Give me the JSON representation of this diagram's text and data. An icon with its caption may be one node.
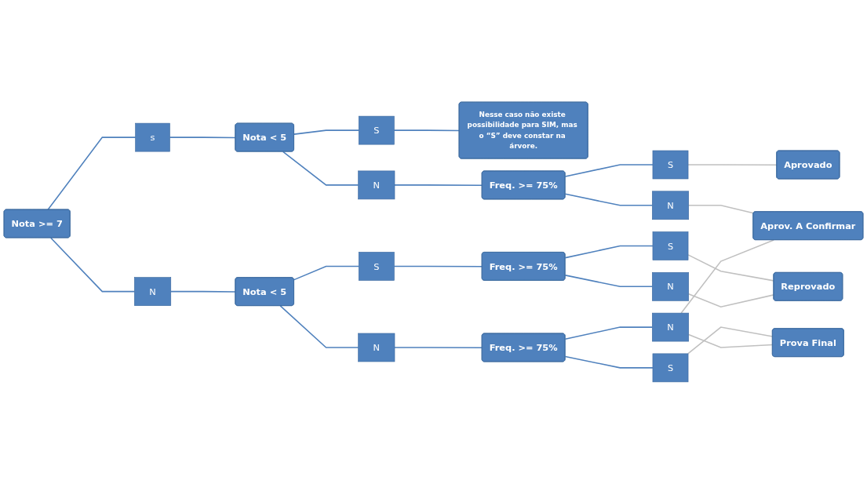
{
  "diagram": {
    "nodes": [
      {
        "text": [
          "Nota >= 7"
        ]
      },
      {
        "text": [
          "s"
        ]
      },
      {
        "text": [
          "N"
        ]
      },
      {
        "text": [
          "Nota < 5"
        ]
      },
      {
        "text": [
          "Nota < 5"
        ]
      },
      {
        "text": [
          "S"
        ]
      },
      {
        "text": [
          "N"
        ]
      },
      {
        "text": [
          "S"
        ]
      },
      {
        "text": [
          "N"
        ]
      },
      {
        "text": [
          "Nesse caso não existe possibilidade para SIM, mas o “S” deve constar na árvore."
        ]
      },
      {
        "text": [
          "Freq. >= 75%"
        ]
      },
      {
        "text": [
          "Freq. >= 75%"
        ]
      },
      {
        "text": [
          "Freq. >= 75%"
        ]
      },
      {
        "text": [
          "S"
        ]
      },
      {
        "text": [
          "N"
        ]
      },
      {
        "text": [
          "S"
        ]
      },
      {
        "text": [
          "N"
        ]
      },
      {
        "text": [
          "S"
        ]
      },
      {
        "text": [
          "N"
        ]
      },
      {
        "text": [
          "Aprovado"
        ]
      },
      {
        "text": [
          "Prova Final"
        ]
      },
      {
        "text": [
          "Reprovado"
        ]
      },
      {
        "text": [
          "Aprov. A Confirmar"
        ]
      }
    ],
    "edges": [
      {
        "from": 0,
        "to": 1,
        "arrow": "none"
      },
      {
        "from": 0,
        "to": 2,
        "arrow": "none"
      },
      {
        "from": 1,
        "to": 3,
        "arrow": "none"
      },
      {
        "from": 2,
        "to": 4,
        "arrow": "none"
      },
      {
        "from": 3,
        "to": 5,
        "arrow": "none"
      },
      {
        "from": 3,
        "to": 6,
        "arrow": "none"
      },
      {
        "from": 4,
        "to": 7,
        "arrow": "none"
      },
      {
        "from": 4,
        "to": 8,
        "arrow": "none"
      },
      {
        "from": 5,
        "to": 9,
        "arrow": "none"
      },
      {
        "from": 6,
        "to": 10,
        "arrow": "none"
      },
      {
        "from": 7,
        "to": 11,
        "arrow": "none"
      },
      {
        "from": 8,
        "to": 12,
        "arrow": "none"
      },
      {
        "from": 10,
        "to": 13,
        "arrow": "none"
      },
      {
        "from": 10,
        "to": 14,
        "arrow": "none"
      },
      {
        "from": 11,
        "to": 15,
        "arrow": "none"
      },
      {
        "from": 11,
        "to": 16,
        "arrow": "none"
      },
      {
        "from": 12,
        "to": 17,
        "arrow": "none"
      },
      {
        "from": 12,
        "to": 18,
        "arrow": "none"
      },
      {
        "from": 13,
        "to": 19,
        "arrow": "none",
        "color": "#c0c0c0"
      },
      {
        "from": 14,
        "to": 22,
        "arrow": "none",
        "color": "#c0c0c0"
      },
      {
        "from": 15,
        "to": 21,
        "arrow": "none",
        "color": "#c0c0c0"
      },
      {
        "from": 16,
        "to": 21,
        "arrow": "none",
        "color": "#c0c0c0"
      },
      {
        "from": 17,
        "to": 20,
        "arrow": "none",
        "color": "#c0c0c0"
      },
      {
        "from": 18,
        "to": 20,
        "arrow": "none",
        "color": "#c0c0c0"
      },
      {
        "from": 18,
        "to": 22,
        "arrow": "none",
        "color": "#c0c0c0"
      }
    ]
  }
}
